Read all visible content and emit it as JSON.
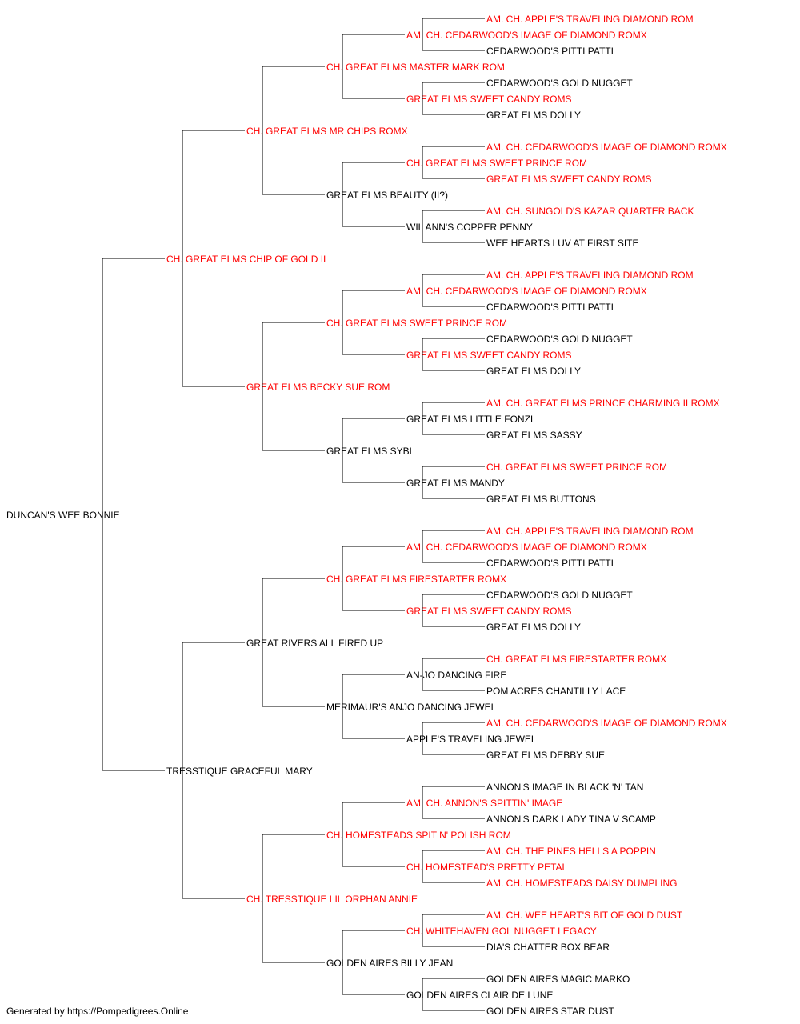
{
  "colors": {
    "champion": "#ff0000",
    "regular": "#000000",
    "line": "#000000"
  },
  "dog": {
    "name": "DUNCAN'S WEE BONNIE",
    "champion": false,
    "sire": {
      "name": "CH. GREAT ELMS CHIP OF GOLD II",
      "champion": true,
      "sire": {
        "name": "CH. GREAT ELMS MR CHIPS ROMX",
        "champion": true,
        "sire": {
          "name": "CH. GREAT ELMS MASTER MARK ROM",
          "champion": true,
          "sire": {
            "name": "AM. CH. CEDARWOOD'S IMAGE OF DIAMOND ROMX",
            "champion": true,
            "sire": {
              "name": "AM. CH. APPLE'S TRAVELING DIAMOND ROM",
              "champion": true
            },
            "dam": {
              "name": "CEDARWOOD'S PITTI PATTI",
              "champion": false
            }
          },
          "dam": {
            "name": "GREAT ELMS SWEET CANDY ROMS",
            "champion": true,
            "sire": {
              "name": "CEDARWOOD'S GOLD NUGGET",
              "champion": false
            },
            "dam": {
              "name": "GREAT ELMS DOLLY",
              "champion": false
            }
          }
        },
        "dam": {
          "name": "GREAT ELMS BEAUTY (II?)",
          "champion": false,
          "sire": {
            "name": "CH. GREAT ELMS SWEET PRINCE ROM",
            "champion": true,
            "sire": {
              "name": "AM. CH. CEDARWOOD'S IMAGE OF DIAMOND ROMX",
              "champion": true
            },
            "dam": {
              "name": "GREAT ELMS SWEET CANDY ROMS",
              "champion": true
            }
          },
          "dam": {
            "name": "WIL ANN'S COPPER PENNY",
            "champion": false,
            "sire": {
              "name": "AM. CH. SUNGOLD'S KAZAR QUARTER BACK",
              "champion": true
            },
            "dam": {
              "name": "WEE HEARTS LUV AT FIRST SITE",
              "champion": false
            }
          }
        }
      },
      "dam": {
        "name": "GREAT ELMS BECKY SUE ROM",
        "champion": true,
        "sire": {
          "name": "CH. GREAT ELMS SWEET PRINCE ROM",
          "champion": true,
          "sire": {
            "name": "AM. CH. CEDARWOOD'S IMAGE OF DIAMOND ROMX",
            "champion": true,
            "sire": {
              "name": "AM. CH. APPLE'S TRAVELING DIAMOND ROM",
              "champion": true
            },
            "dam": {
              "name": "CEDARWOOD'S PITTI PATTI",
              "champion": false
            }
          },
          "dam": {
            "name": "GREAT ELMS SWEET CANDY ROMS",
            "champion": true,
            "sire": {
              "name": "CEDARWOOD'S GOLD NUGGET",
              "champion": false
            },
            "dam": {
              "name": "GREAT ELMS DOLLY",
              "champion": false
            }
          }
        },
        "dam": {
          "name": "GREAT ELMS SYBL",
          "champion": false,
          "sire": {
            "name": "GREAT ELMS LITTLE FONZI",
            "champion": false,
            "sire": {
              "name": "AM. CH. GREAT ELMS PRINCE CHARMING II ROMX",
              "champion": true
            },
            "dam": {
              "name": "GREAT ELMS SASSY",
              "champion": false
            }
          },
          "dam": {
            "name": "GREAT ELMS MANDY",
            "champion": false,
            "sire": {
              "name": "CH. GREAT ELMS SWEET PRINCE ROM",
              "champion": true
            },
            "dam": {
              "name": "GREAT ELMS BUTTONS",
              "champion": false
            }
          }
        }
      }
    },
    "dam": {
      "name": "TRESSTIQUE GRACEFUL MARY",
      "champion": false,
      "sire": {
        "name": "GREAT RIVERS ALL FIRED UP",
        "champion": false,
        "sire": {
          "name": "CH. GREAT ELMS FIRESTARTER ROMX",
          "champion": true,
          "sire": {
            "name": "AM. CH. CEDARWOOD'S IMAGE OF DIAMOND ROMX",
            "champion": true,
            "sire": {
              "name": "AM. CH. APPLE'S TRAVELING DIAMOND ROM",
              "champion": true
            },
            "dam": {
              "name": "CEDARWOOD'S PITTI PATTI",
              "champion": false
            }
          },
          "dam": {
            "name": "GREAT ELMS SWEET CANDY ROMS",
            "champion": true,
            "sire": {
              "name": "CEDARWOOD'S GOLD NUGGET",
              "champion": false
            },
            "dam": {
              "name": "GREAT ELMS DOLLY",
              "champion": false
            }
          }
        },
        "dam": {
          "name": "MERIMAUR'S ANJO DANCING JEWEL",
          "champion": false,
          "sire": {
            "name": "AN-JO DANCING FIRE",
            "champion": false,
            "sire": {
              "name": "CH. GREAT ELMS FIRESTARTER ROMX",
              "champion": true
            },
            "dam": {
              "name": "POM ACRES CHANTILLY LACE",
              "champion": false
            }
          },
          "dam": {
            "name": "APPLE'S TRAVELING JEWEL",
            "champion": false,
            "sire": {
              "name": "AM. CH. CEDARWOOD'S IMAGE OF DIAMOND ROMX",
              "champion": true
            },
            "dam": {
              "name": "GREAT ELMS DEBBY SUE",
              "champion": false
            }
          }
        }
      },
      "dam": {
        "name": "CH. TRESSTIQUE LIL ORPHAN ANNIE",
        "champion": true,
        "sire": {
          "name": "CH. HOMESTEADS SPIT N' POLISH ROM",
          "champion": true,
          "sire": {
            "name": "AM. CH. ANNON'S SPITTIN' IMAGE",
            "champion": true,
            "sire": {
              "name": "ANNON'S IMAGE IN BLACK 'N' TAN",
              "champion": false
            },
            "dam": {
              "name": "ANNON'S DARK LADY TINA V SCAMP",
              "champion": false
            }
          },
          "dam": {
            "name": "CH. HOMESTEAD'S PRETTY PETAL",
            "champion": true,
            "sire": {
              "name": "AM. CH. THE PINES HELLS A POPPIN",
              "champion": true
            },
            "dam": {
              "name": "AM. CH. HOMESTEADS DAISY DUMPLING",
              "champion": true
            }
          }
        },
        "dam": {
          "name": "GOLDEN AIRES BILLY JEAN",
          "champion": false,
          "sire": {
            "name": "CH. WHITEHAVEN GOL NUGGET LEGACY",
            "champion": true,
            "sire": {
              "name": "AM. CH. WEE HEART'S BIT OF GOLD DUST",
              "champion": true
            },
            "dam": {
              "name": "DIA'S CHATTER BOX BEAR",
              "champion": false
            }
          },
          "dam": {
            "name": "GOLDEN AIRES CLAIR DE LUNE",
            "champion": false,
            "sire": {
              "name": "GOLDEN AIRES MAGIC MARKO",
              "champion": false
            },
            "dam": {
              "name": "GOLDEN AIRES STAR DUST",
              "champion": false
            }
          }
        }
      }
    }
  },
  "footer": "Generated by https://Pompedigrees.Online"
}
